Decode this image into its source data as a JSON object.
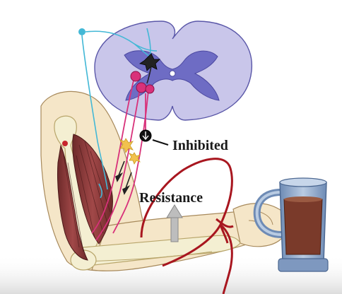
{
  "labels": {
    "inhibited": "Inhibited",
    "resistance": "Resistance"
  },
  "parts": {
    "spinal_cord": "spinal-cord-cross-section",
    "arm": "arm",
    "biceps": "biceps-muscle",
    "triceps": "triceps-muscle",
    "bones": "humerus-and-forearm-bones",
    "mug": "mug-of-drink",
    "resistance_arrow": "up-arrow-icon",
    "band": "resistance-band"
  },
  "colors": {
    "skin": "#f5e6c8",
    "bone": "#f4efd2",
    "muscle_red": "#8b3a3a",
    "spinal_outer": "#c9c6ea",
    "spinal_gray": "#6e6cc4",
    "motor_neuron": "#d8317a",
    "sensory_neuron": "#43b8d6",
    "band_red": "#a8161f",
    "mug_glass": "#8fa9c9",
    "mug_drink": "#7a3a2a"
  }
}
